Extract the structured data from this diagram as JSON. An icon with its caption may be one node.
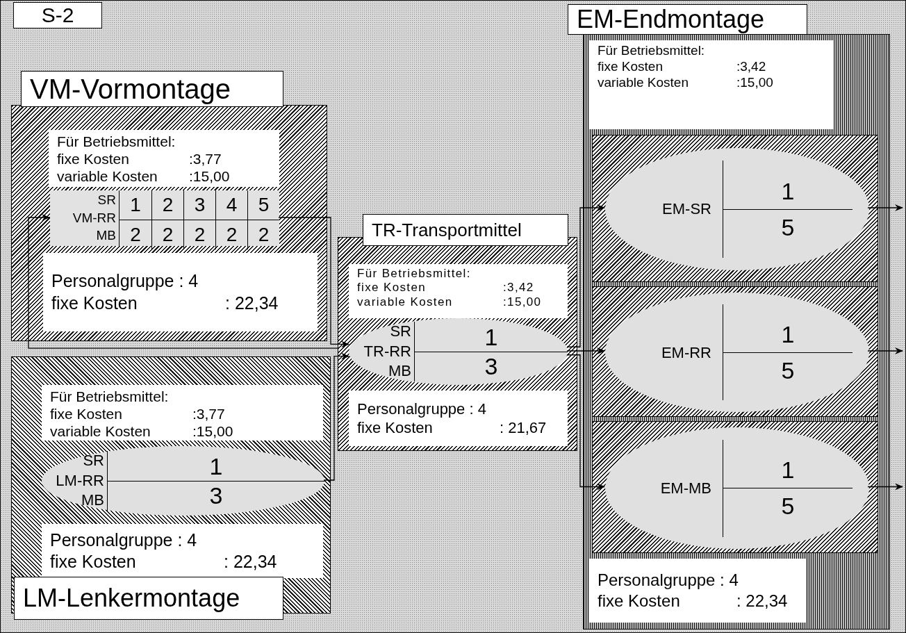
{
  "diagram": {
    "nodes": [
      {
        "text": [
          "S-2"
        ]
      },
      {
        "text": [
          "VM-Vormontage"
        ]
      },
      {
        "text": [
          "Für Betriebsmittel:",
          "fixe Kosten",
          ":3,77",
          "variable Kosten",
          ":15,00"
        ],
        "in": 1
      },
      {
        "text": [
          "SR",
          "VM-RR",
          "MB",
          "1",
          "2",
          "3",
          "4",
          "5",
          "2",
          "2",
          "2",
          "2",
          "2"
        ],
        "in": 1
      },
      {
        "text": [
          "Personalgruppe : 4",
          "fixe Kosten",
          ": 22,34"
        ],
        "in": 1
      },
      {
        "text": [
          "LM-Lenkermontage"
        ]
      },
      {
        "text": [
          "Für Betriebsmittel:",
          "fixe Kosten",
          ":3,77",
          "variable Kosten",
          ":15,00"
        ],
        "in": 5
      },
      {
        "text": [
          "SR",
          "LM-RR",
          "MB",
          "1",
          "3"
        ],
        "in": 5
      },
      {
        "text": [
          "Personalgruppe : 4",
          "fixe Kosten",
          ": 22,34"
        ],
        "in": 5
      },
      {
        "text": [
          "TR-Transportmittel"
        ]
      },
      {
        "text": [
          "Für Betriebsmittel:",
          "fixe Kosten",
          ":3,42",
          "variable Kosten",
          ":15,00"
        ],
        "in": 9
      },
      {
        "text": [
          "SR",
          "TR-RR",
          "MB",
          "1",
          "3"
        ],
        "in": 9
      },
      {
        "text": [
          "Personalgruppe : 4",
          "fixe Kosten",
          ": 21,67"
        ],
        "in": 9
      },
      {
        "text": [
          "EM-Endmontage"
        ]
      },
      {
        "text": [
          "Für Betriebsmittel:",
          "fixe Kosten",
          ":3,42",
          "variable Kosten",
          ":15,00"
        ],
        "in": 13
      },
      {
        "text": [],
        "shape": "box",
        "in": 13
      },
      {
        "text": [
          "EM-SR",
          "1",
          "5"
        ],
        "in": 15
      },
      {
        "text": [],
        "shape": "box",
        "in": 13
      },
      {
        "text": [
          "EM-RR",
          "1",
          "5"
        ],
        "in": 17
      },
      {
        "text": [],
        "shape": "box",
        "in": 13
      },
      {
        "text": [
          "EM-MB",
          "1",
          "5"
        ],
        "in": 19
      },
      {
        "text": [
          "Personalgruppe : 4",
          "fixe Kosten",
          ": 22,34"
        ],
        "in": 13
      }
    ],
    "edges": [
      {
        "from": 3,
        "to": 11,
        "arrow": "to"
      },
      {
        "from": 7,
        "to": 11,
        "arrow": "to"
      },
      {
        "from": 11,
        "to": 16,
        "arrow": "to"
      },
      {
        "from": 11,
        "to": 18,
        "arrow": "to"
      },
      {
        "from": 11,
        "to": 20,
        "arrow": "to"
      },
      {
        "from": 16,
        "to": null,
        "arrow": "to"
      },
      {
        "from": 18,
        "to": null,
        "arrow": "to"
      },
      {
        "from": 20,
        "to": null,
        "arrow": "to"
      },
      {
        "from": 9,
        "to": 3,
        "arrow": "to"
      }
    ]
  }
}
